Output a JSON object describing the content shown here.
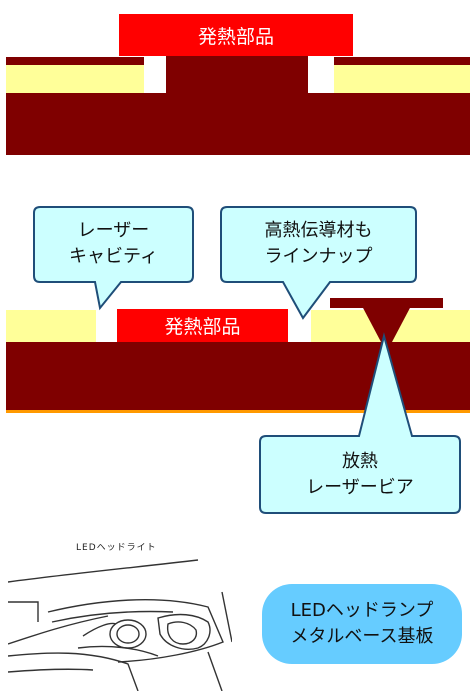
{
  "top_diagram": {
    "component_label": "発熱部品"
  },
  "middle_diagram": {
    "component_label": "発熱部品",
    "callout_laser_cavity": [
      "レーザー",
      "キャビティ"
    ],
    "callout_thermal_material": [
      "高熱伝導材も",
      "ラインナップ"
    ],
    "callout_laser_via": [
      "放熱",
      "レーザービア"
    ]
  },
  "bottom_section": {
    "image_caption": "LEDヘッドライト",
    "pill_text": [
      "LEDヘッドランプ",
      "メタルベース基板"
    ]
  },
  "colors": {
    "base": "#7f0000",
    "layer": "#ffff99",
    "component": "#ff0000",
    "callout_fill": "#ccffff",
    "callout_stroke": "#1f4e79",
    "pill": "#66ccff",
    "rule": "#ff9900"
  }
}
